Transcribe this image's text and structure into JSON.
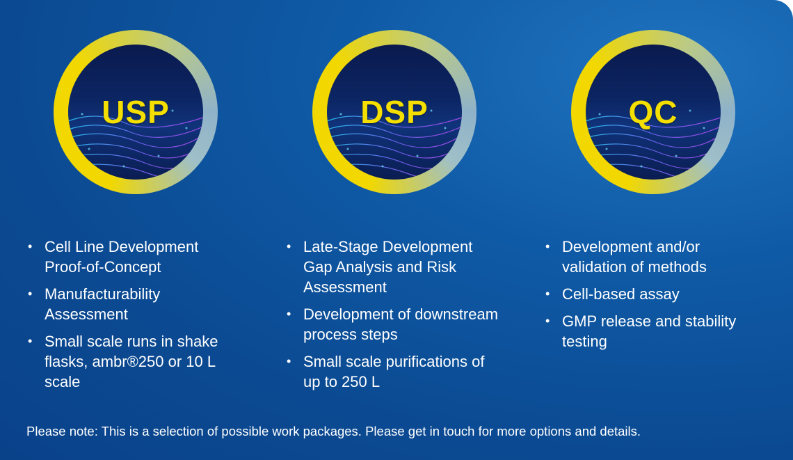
{
  "colors": {
    "accent_yellow": "#f4df00",
    "background": "#0f5aa6",
    "text": "#ffffff"
  },
  "columns": [
    {
      "badge": "USP",
      "items": [
        "Cell Line Development Proof-of-Concept",
        "Manufacturability Assessment",
        "Small scale runs in shake flasks, ambr®250 or 10 L scale"
      ]
    },
    {
      "badge": "DSP",
      "items": [
        "Late-Stage Development Gap Analysis and Risk Assessment",
        "Development of downstream process steps",
        "Small scale purifications of up to 250 L"
      ]
    },
    {
      "badge": "QC",
      "items": [
        "Development and/or validation of methods",
        "Cell-based assay",
        "GMP release and stability testing"
      ]
    }
  ],
  "bullet": "•",
  "note": "Please note: This is a selection of possible work packages. Please get in touch for more options and details."
}
